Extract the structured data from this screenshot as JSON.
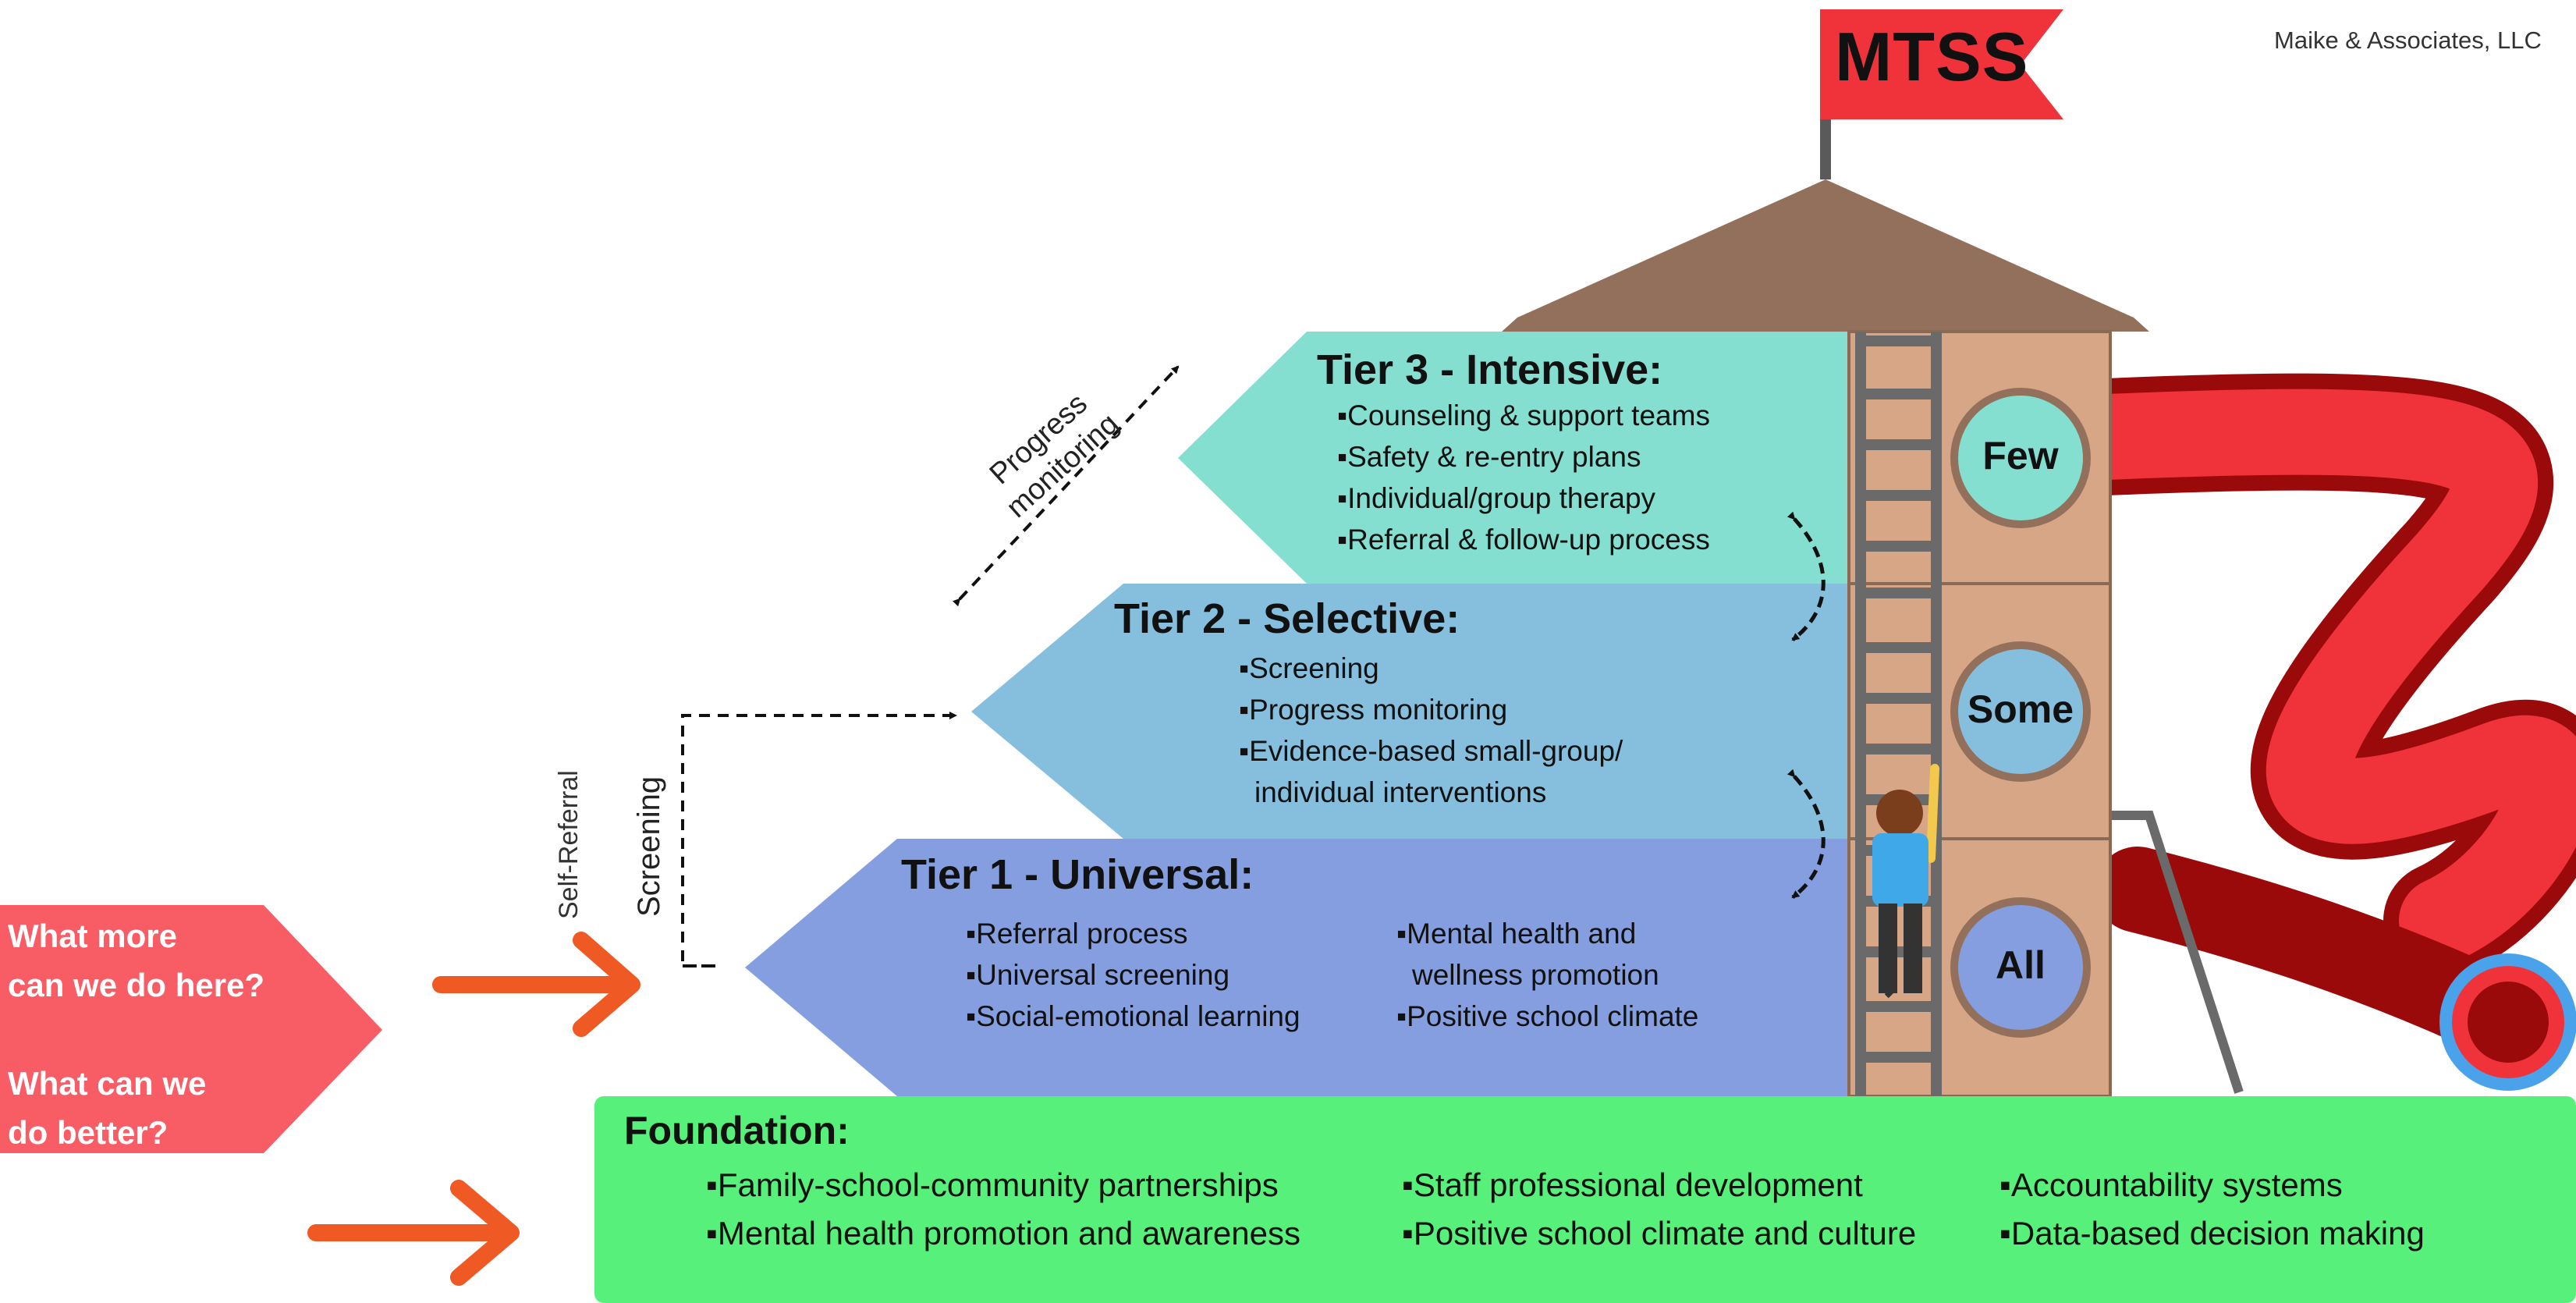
{
  "credit": "Maike & Associates, LLC",
  "flag": {
    "text": "MTSS"
  },
  "tiers": [
    {
      "title": "Tier 3 - Intensive:",
      "items": [
        "Counseling & support teams",
        "Safety & re-entry plans",
        "Individual/group therapy",
        "Referral & follow-up process"
      ],
      "level": "Few"
    },
    {
      "title": "Tier 2 - Selective:",
      "items": [
        "Screening",
        "Progress monitoring",
        "Evidence-based small-group/",
        "individual interventions"
      ],
      "level": "Some"
    },
    {
      "title": "Tier 1 - Universal:",
      "items_left": [
        "Referral process",
        "Universal screening",
        "Social-emotional learning"
      ],
      "items_right": [
        "Mental health and",
        "wellness promotion",
        "Positive school climate"
      ],
      "level": "All"
    }
  ],
  "foundation": {
    "title": "Foundation:",
    "columns": [
      [
        "Family-school-community partnerships",
        "Mental health promotion and awareness"
      ],
      [
        "Staff professional development",
        "Positive school climate and culture"
      ],
      [
        "Accountability systems",
        "Data-based decision making"
      ]
    ]
  },
  "labels": {
    "progress_monitoring_1": "Progress",
    "progress_monitoring_2": "monitoring",
    "screening": "Screening",
    "self_referral": "Self-Referral"
  },
  "questions": {
    "line1": "What more",
    "line2": "can we do here?",
    "line3": "What can we",
    "line4": "do better?"
  },
  "colors": {
    "tier3": "#85dfd0",
    "tier2": "#86bfde",
    "tier1": "#859ee0",
    "foundation": "#56f07b",
    "tower": "#d7a686",
    "roof": "#93705c",
    "flag": "#f0333b",
    "slide": "#f0333b",
    "slide_dark": "#9b0a0a",
    "arrow": "#ef5a24",
    "question_box": "#f85d66"
  }
}
